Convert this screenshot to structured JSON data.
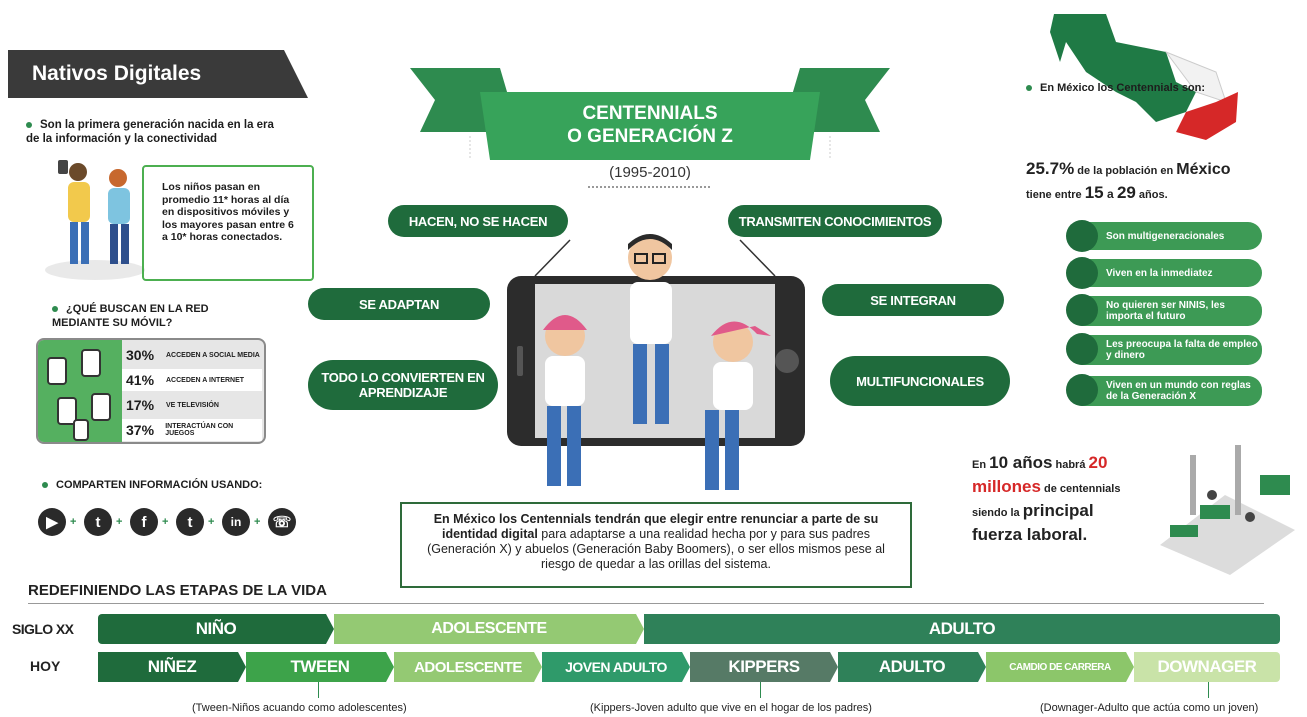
{
  "header": {
    "title": "Nativos Digitales"
  },
  "left": {
    "bullet1": "Son la primera generación nacida en la era de la información y la conectividad",
    "hours_text": "Los niños pasan en promedio 11* horas al día en dispositivos móviles y los mayores pasan entre 6 a 10* horas conectados.",
    "question": "¿QUÉ BUSCAN EN LA RED MEDIANTE SU MÓVIL?",
    "stats": [
      {
        "pct": "30%",
        "label": "ACCEDEN A SOCIAL MEDIA"
      },
      {
        "pct": "41%",
        "label": "ACCEDEN A INTERNET"
      },
      {
        "pct": "17%",
        "label": "VE TELEVISIÓN"
      },
      {
        "pct": "37%",
        "label": "INTERACTÚAN CON JUEGOS"
      }
    ],
    "share_title": "COMPARTEN INFORMACIÓN USANDO:",
    "social_icons": [
      "youtube-icon",
      "twitter-icon",
      "facebook-icon",
      "tumblr-icon",
      "linkedin-icon",
      "whatsapp-icon"
    ]
  },
  "center": {
    "banner_line1": "CENTENNIALS",
    "banner_line2": "O GENERACIÓN Z",
    "years": "(1995-2010)",
    "traits": {
      "hacen": "HACEN, NO SE HACEN",
      "transmiten": "TRANSMITEN CONOCIMIENTOS",
      "adaptan": "SE ADAPTAN",
      "integran": "SE INTEGRAN",
      "aprendizaje": "TODO LO CONVIERTEN EN APRENDIZAJE",
      "multi": "MULTIFUNCIONALES"
    },
    "quote_bold": "En México los Centennials tendrán que elegir entre renunciar a parte de su identidad digital",
    "quote_rest": " para adaptarse a una realidad hecha por y para sus padres (Generación X) y abuelos (Generación Baby Boomers), o ser ellos mismos pese al riesgo de quedar a las orillas del sistema."
  },
  "right": {
    "mexico_label": "En México los Centennials son:",
    "pct": "25.7%",
    "pct_text1": " de la población en ",
    "pct_mexico": "México",
    "pct_text2": "tiene entre ",
    "age1": "15",
    "age_a": " a ",
    "age2": "29",
    "age_end": " años.",
    "traits": [
      "Son multigeneracionales",
      "Viven en la inmediatez",
      "No quieren ser NINIS, les importa el futuro",
      "Les preocupa la falta de empleo y dinero",
      "Viven en un mundo con reglas de la Generación X"
    ],
    "future_en": "En ",
    "future_10": "10 años",
    "future_habra": " habrá ",
    "future_20": "20",
    "future_millones": "millones",
    "future_de": " de centennials",
    "future_siendo": "siendo la ",
    "future_principal": "principal",
    "future_fuerza": "fuerza laboral."
  },
  "timeline": {
    "title": "REDEFINIENDO LAS ETAPAS DE LA VIDA",
    "row1_label": "SIGLO XX",
    "row2_label": "HOY",
    "row1": [
      "NIÑO",
      "ADOLESCENTE",
      "ADULTO"
    ],
    "row2": [
      "NIÑEZ",
      "TWEEN",
      "ADOLESCENTE",
      "JOVEN ADULTO",
      "KIPPERS",
      "ADULTO",
      "CAMDIO DE CARRERA",
      "DOWNAGER"
    ],
    "notes": [
      "(Tween-Niños acuando como adolescentes)",
      "(Kippers-Joven adulto que vive en el hogar de los padres)",
      "(Downager-Adulto que actúa como un joven)"
    ]
  }
}
